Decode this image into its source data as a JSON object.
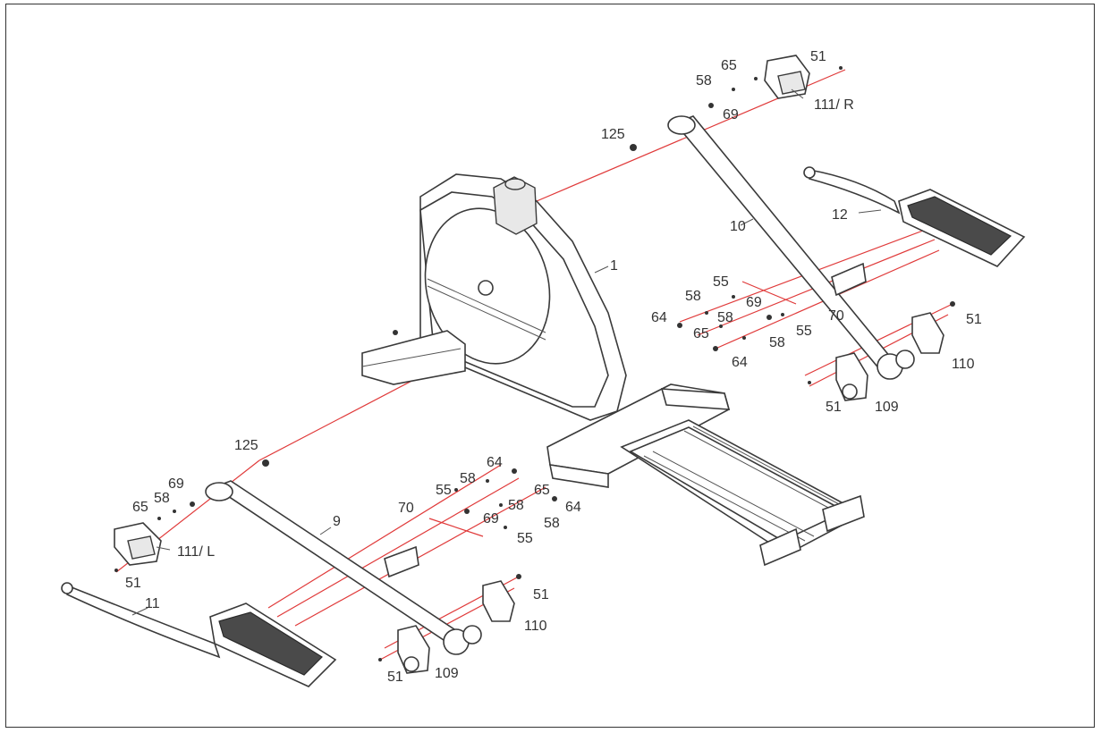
{
  "labels": {
    "l1": "1",
    "l9": "9",
    "l10": "10",
    "l11": "11",
    "l12": "12",
    "l51a": "51",
    "l51b": "51",
    "l51c": "51",
    "l51d": "51",
    "l51e": "51",
    "l55a": "55",
    "l55b": "55",
    "l55c": "55",
    "l55d": "55",
    "l58a": "58",
    "l58b": "58",
    "l58c": "58",
    "l58d": "58",
    "l58e": "58",
    "l58f": "58",
    "l58g": "58",
    "l58h": "58",
    "l64a": "64",
    "l64b": "64",
    "l64c": "64",
    "l64d": "64",
    "l65a": "65",
    "l65b": "65",
    "l65c": "65",
    "l65d": "65",
    "l69a": "69",
    "l69b": "69",
    "l69c": "69",
    "l69d": "69",
    "l70a": "70",
    "l70b": "70",
    "l109a": "109",
    "l109b": "109",
    "l110a": "110",
    "l110b": "110",
    "l111r": "111/ R",
    "l111l": "111/ L",
    "l125a": "125",
    "l125b": "125"
  },
  "colors": {
    "assembly_line": "#e03a3a",
    "outline": "#3a3a3a"
  }
}
